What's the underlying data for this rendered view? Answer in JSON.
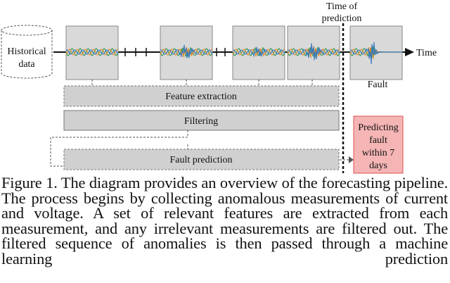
{
  "diagram": {
    "historical_label_line1": "Historical",
    "historical_label_line2": "data",
    "time_label": "Time",
    "prediction_label_line1": "Time of",
    "prediction_label_line2": "prediction",
    "fault_label": "Fault",
    "feature_extraction_label": "Feature extraction",
    "filtering_label": "Filtering",
    "fault_prediction_label": "Fault prediction",
    "predicting_line1": "Predicting",
    "predicting_line2": "fault",
    "predicting_line3": "within 7",
    "predicting_line4": "days",
    "colors": {
      "panel_fill": "#d9d9d9",
      "bar_fill": "#d0d0d0",
      "predict_fill": "#f5b5b5",
      "predict_stroke": "#e05050",
      "wave_green": "#3a9a5a",
      "wave_orange": "#e08a2a",
      "wave_blue": "#3a7abf"
    }
  },
  "caption": {
    "text": "Figure 1. The diagram provides an overview of the forecasting pipeline. The process begins by collecting anomalous measurements of current and voltage. A set of relevant features are extracted from each measurement, and any irrelevant measurements are filtered out. The filtered sequence of anomalies is then passed through a machine learning prediction"
  }
}
